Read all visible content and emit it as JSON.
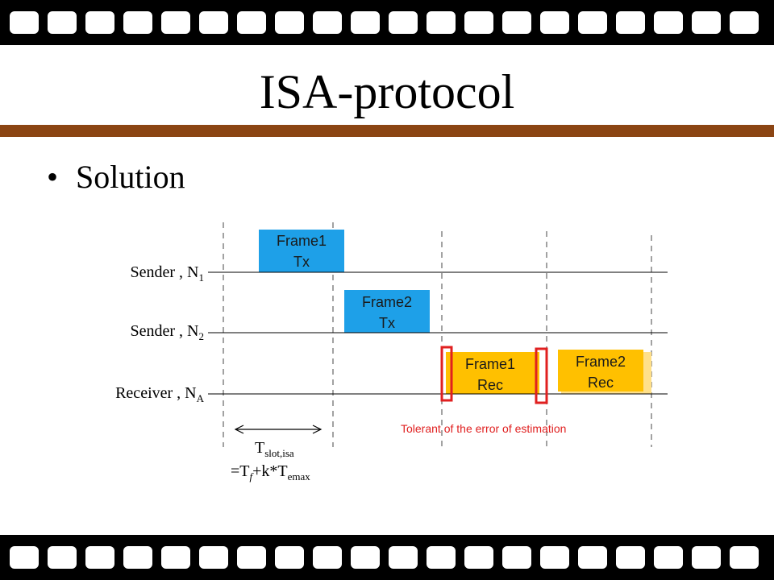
{
  "slide": {
    "title": "ISA-protocol",
    "bullet": "Solution"
  },
  "diagram": {
    "rows": [
      {
        "label": "Sender , N",
        "subscript": "1"
      },
      {
        "label": "Sender , N",
        "subscript": "2"
      },
      {
        "label": "Receiver , N",
        "subscript": "A"
      }
    ],
    "frames": [
      {
        "line1": "Frame1",
        "line2": "Tx",
        "color": "#1ea0e8"
      },
      {
        "line1": "Frame2",
        "line2": "Tx",
        "color": "#1ea0e8"
      },
      {
        "line1": "Frame1",
        "line2": "Rec",
        "color": "#ffc000"
      },
      {
        "line1": "Frame2",
        "line2": "Rec",
        "color": "#ffc000"
      }
    ],
    "tolerance_note": "Tolerant of the error of estimation",
    "slot_label": {
      "t": "T",
      "t_sub": "slot,isa",
      "eq": "=T",
      "f_sub": "f",
      "plus_k": "+k*T",
      "emax_sub": "emax"
    },
    "colors": {
      "film": "#000000",
      "divider": "#8b4513",
      "tx": "#1ea0e8",
      "rec": "#ffc000",
      "rec_shadow": "#ffe08a",
      "marker": "#e02020"
    }
  }
}
